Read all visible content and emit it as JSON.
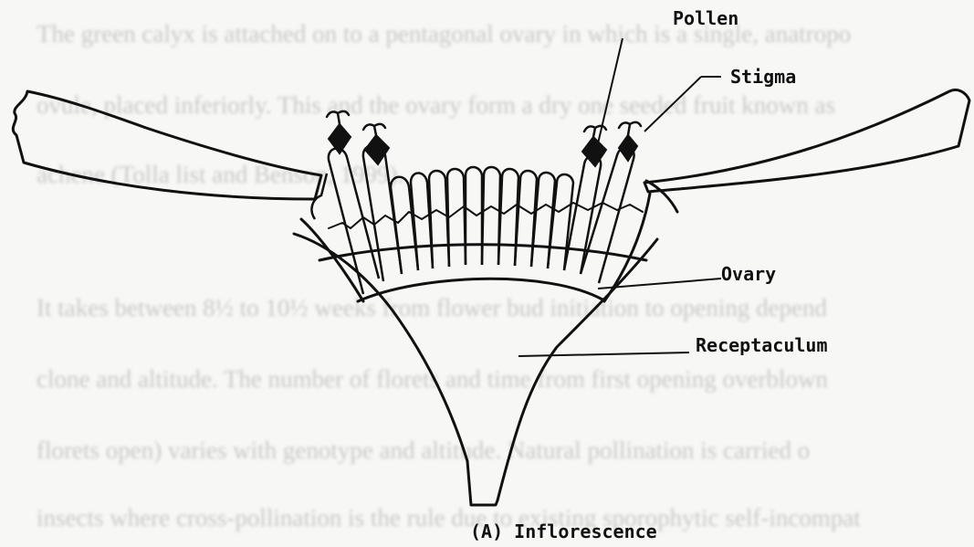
{
  "labels": {
    "pollen": "Pollen",
    "stigma": "Stigma",
    "ovary": "Ovary",
    "receptaculum": "Receptaculum",
    "caption": "(A) Inflorescence"
  },
  "background_text": [
    "The green calyx is attached on to a pentagonal ovary in which is a single, anatropo",
    "ovule, placed inferiorly. This and the ovary form a dry one seeded fruit known as",
    "achene (Tolla list and Benson, 1999).",
    "It takes between 8½ to 10½ weeks from flower bud initiation to opening depend",
    "clone and altitude. The number of florets and time from first opening overblown",
    "florets open) varies with genotype and altitude. Natural pollination is carried o",
    "insects where cross-pollination is the rule due to existing sporophytic self-incompat"
  ],
  "colors": {
    "ink": "#111111",
    "background": "#f7f7f5",
    "faded_text": "#b9b9b9"
  }
}
